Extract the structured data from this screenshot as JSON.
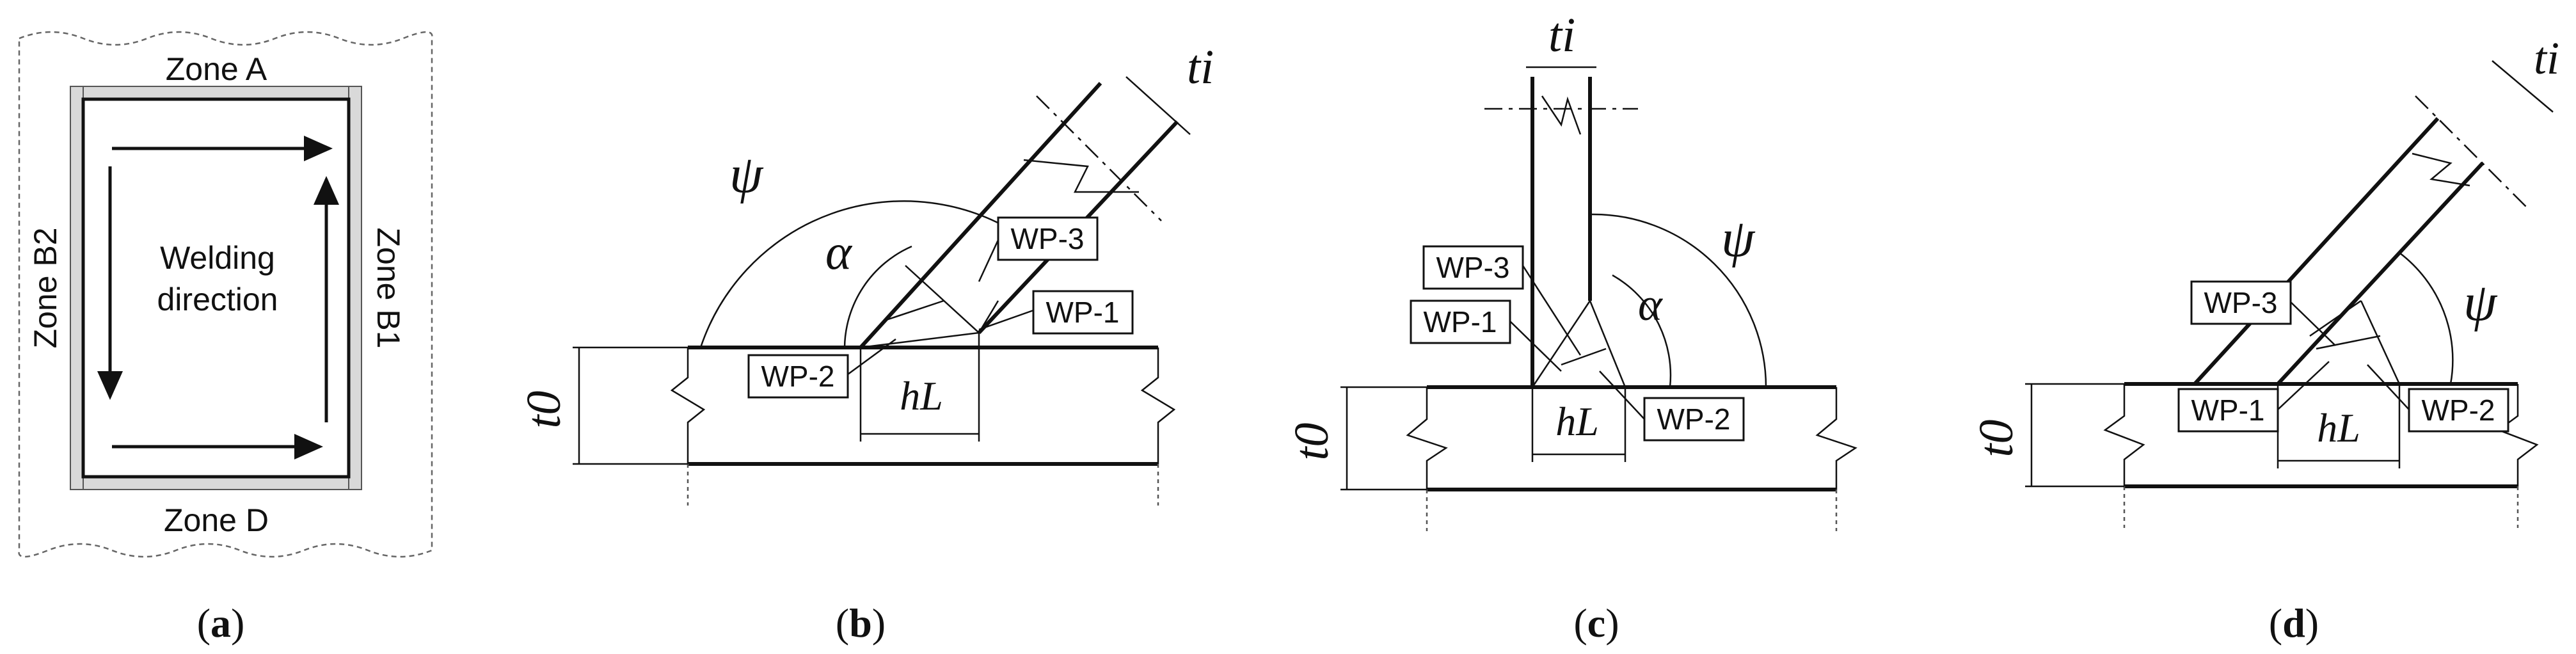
{
  "panel_a": {
    "zone_top": "Zone A",
    "zone_bottom": "Zone D",
    "zone_left": "Zone B2",
    "zone_right": "Zone B1",
    "center_line1": "Welding",
    "center_line2": "direction",
    "caption": "a"
  },
  "panel_b": {
    "psi": "ψ",
    "alpha": "α",
    "ti": "ti",
    "t0": "t0",
    "hL": "hL",
    "wp1": "WP-1",
    "wp2": "WP-2",
    "wp3": "WP-3",
    "caption": "b"
  },
  "panel_c": {
    "psi": "ψ",
    "alpha": "α",
    "ti": "ti",
    "t0": "t0",
    "hL": "hL",
    "wp1": "WP-1",
    "wp2": "WP-2",
    "wp3": "WP-3",
    "caption": "c"
  },
  "panel_d": {
    "psi": "ψ",
    "ti": "ti",
    "t0": "t0",
    "hL": "hL",
    "wp1": "WP-1",
    "wp2": "WP-2",
    "wp3": "WP-3",
    "caption": "d"
  }
}
